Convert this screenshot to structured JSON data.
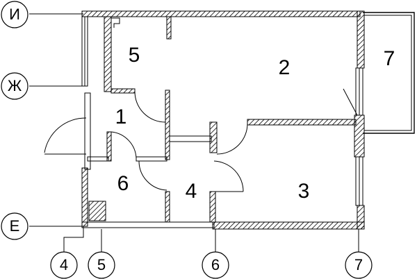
{
  "rooms": [
    {
      "id": "room-1",
      "label": "1"
    },
    {
      "id": "room-2",
      "label": "2"
    },
    {
      "id": "room-3",
      "label": "3"
    },
    {
      "id": "room-4",
      "label": "4"
    },
    {
      "id": "room-5",
      "label": "5"
    },
    {
      "id": "room-6",
      "label": "6"
    },
    {
      "id": "room-7",
      "label": "7"
    }
  ],
  "axes_rows": [
    {
      "id": "axis-i",
      "label": "И"
    },
    {
      "id": "axis-zh",
      "label": "Ж"
    },
    {
      "id": "axis-e",
      "label": "Е"
    }
  ],
  "axes_cols": [
    {
      "id": "axis-4",
      "label": "4"
    },
    {
      "id": "axis-5",
      "label": "5"
    },
    {
      "id": "axis-6",
      "label": "6"
    },
    {
      "id": "axis-7",
      "label": "7"
    }
  ]
}
